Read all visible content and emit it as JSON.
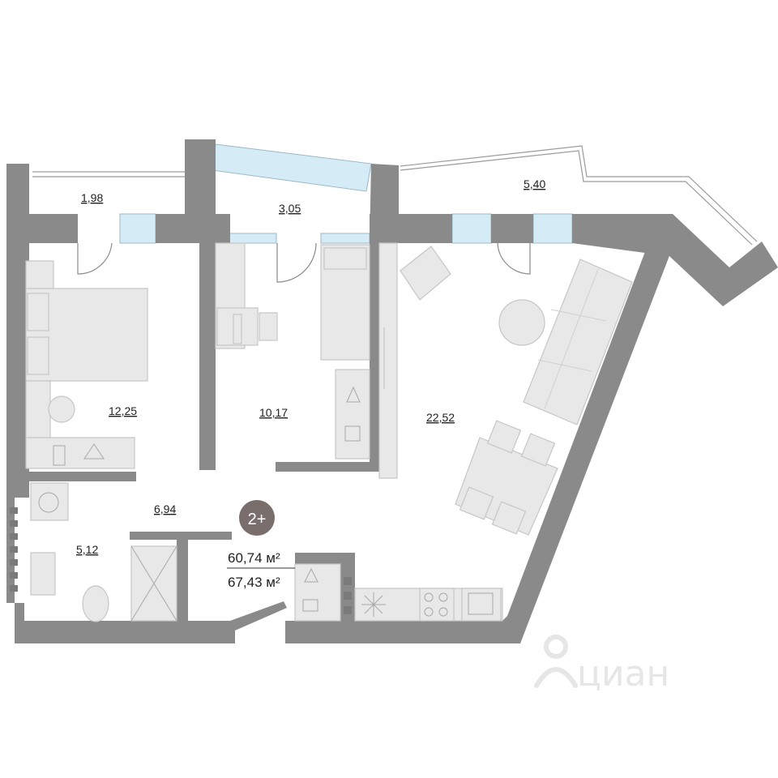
{
  "colors": {
    "wall": "#8a8a8a",
    "window": "#d5ecf7",
    "furniture": "#e8e8e8",
    "furniture_stroke": "#c6c6c6",
    "badge": "#7a6e6c",
    "text": "#222222",
    "watermark": "#e6e6e6"
  },
  "rooms": {
    "balcony_left": "1,98",
    "balcony_middle": "3,05",
    "balcony_right": "5,40",
    "bedroom": "12,25",
    "study": "10,17",
    "living": "22,52",
    "hall": "6,94",
    "bathroom": "5,12"
  },
  "badge": {
    "label": "2+"
  },
  "area": {
    "living_total": "60,74 м²",
    "total": "67,43 м²"
  },
  "watermark": {
    "text": "циан",
    "icon": "cian-logo-icon"
  }
}
